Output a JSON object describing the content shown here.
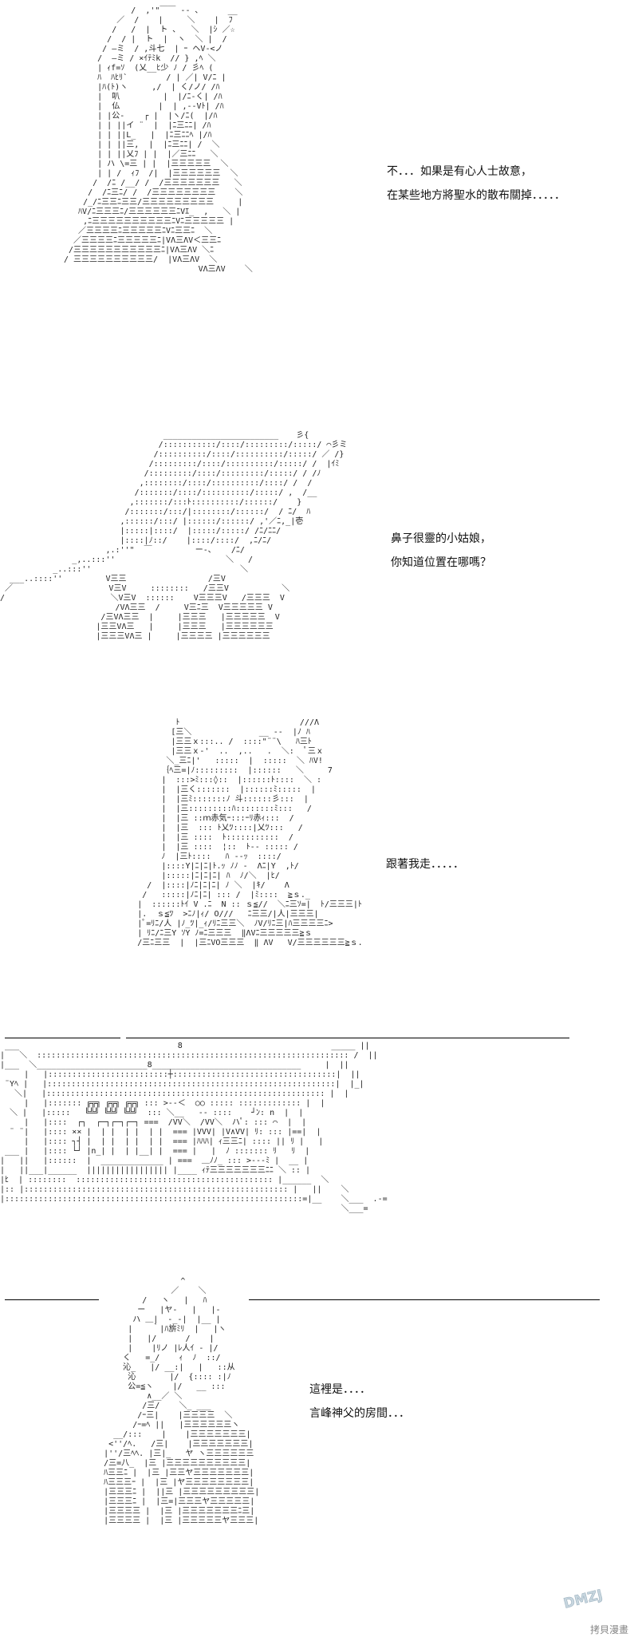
{
  "panels": [
    {
      "dialog": [
        "不．．．如果是有心人士故意，",
        "在某些地方將聖水的散布關掉．．．．．"
      ]
    },
    {
      "dialog": [
        "鼻子很靈的小姑娘，",
        "你知道位置在哪嗎？"
      ]
    },
    {
      "dialog": [
        "跟著我走．．．．．"
      ]
    },
    {
      "dialog": []
    },
    {
      "dialog": [
        "這裡是．．．．",
        "言峰神父的房間．．．"
      ]
    }
  ],
  "watermark": {
    "text": "DMZJ"
  },
  "footer": {
    "credit": "拷貝漫畫"
  }
}
